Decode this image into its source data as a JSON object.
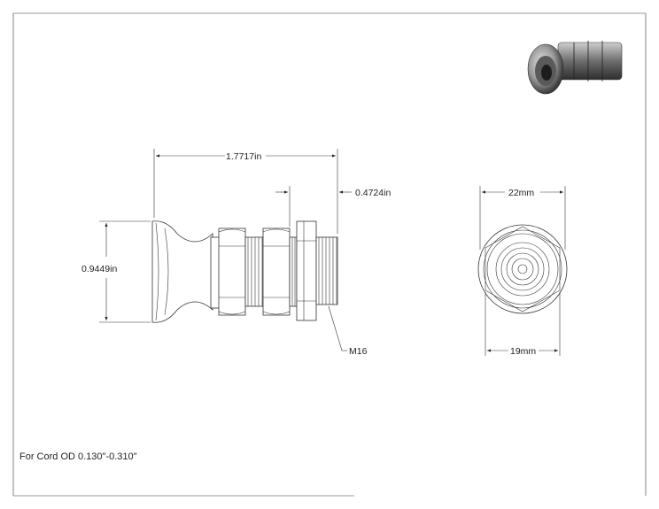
{
  "dimensions": {
    "overall_length": "1.7717in",
    "thread_length": "0.4724in",
    "flange_diameter": "0.9449in",
    "thread_label": "M16",
    "hex_across_corners": "22mm",
    "hex_across_flats": "19mm"
  },
  "note": "For Cord OD 0.130\"-0.310\"",
  "thumbnail": {
    "icon": "cord-grip-3d-render-icon"
  }
}
